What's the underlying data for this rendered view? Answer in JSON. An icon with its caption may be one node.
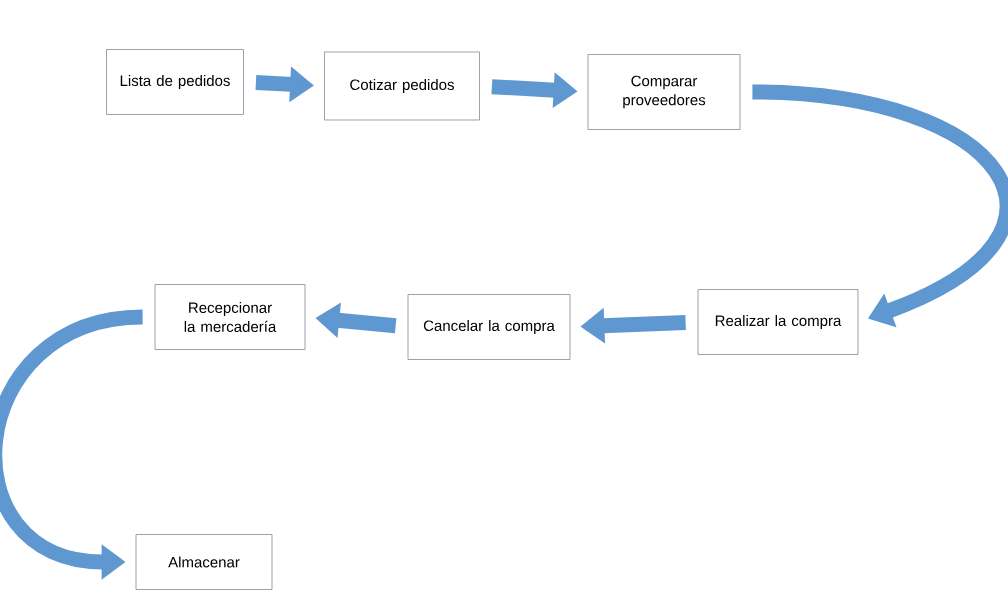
{
  "diagram": {
    "nodes": [
      {
        "text": [
          "Lista de pedidos"
        ]
      },
      {
        "text": [
          "Cotizar pedidos"
        ]
      },
      {
        "text": [
          "Comparar proveedores"
        ]
      },
      {
        "text": [
          "Realizar la compra"
        ]
      },
      {
        "text": [
          "Cancelar la compra"
        ]
      },
      {
        "text": [
          "Recepcionar la mercadería"
        ]
      },
      {
        "text": [
          "Almacenar"
        ]
      }
    ],
    "edges": [
      {
        "from": 0,
        "to": 1,
        "arrow": "to"
      },
      {
        "from": 1,
        "to": 2,
        "arrow": "to"
      },
      {
        "from": 2,
        "to": 3,
        "arrow": "to"
      },
      {
        "from": 3,
        "to": 4,
        "arrow": "to"
      },
      {
        "from": 4,
        "to": 5,
        "arrow": "to"
      },
      {
        "from": 5,
        "to": 6,
        "arrow": "to"
      }
    ]
  }
}
